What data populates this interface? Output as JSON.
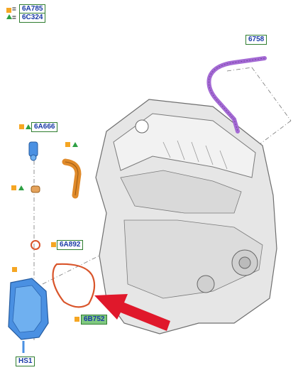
{
  "legend": {
    "square_item": "6A785",
    "triangle_item": "6C324",
    "equals": "="
  },
  "callouts": {
    "breather_hose": "6758",
    "oil_separator_fitting": "6A666",
    "o_ring": "6A892",
    "gasket": "6B752",
    "heat_shield": "HS1"
  },
  "colors": {
    "square_marker": "#f5a623",
    "triangle_marker": "#2ea043",
    "label_text": "#1a3aa6",
    "label_border": "#2f7d2f",
    "hose": "#a46ad4",
    "gasket": "#d9552b",
    "elbow_tube": "#e08a2a",
    "housing": "#4a90e2",
    "arrow": "#e0182b"
  }
}
